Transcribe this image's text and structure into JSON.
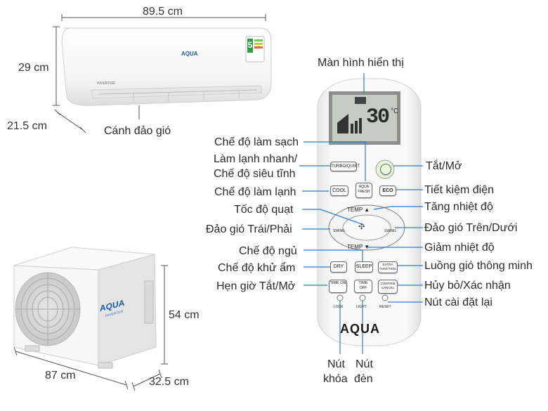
{
  "dimensions": {
    "indoor_width": "89.5 cm",
    "indoor_height": "29 cm",
    "indoor_depth": "21.5 cm",
    "outdoor_height": "54 cm",
    "outdoor_width": "87 cm",
    "outdoor_depth": "32.5 cm"
  },
  "indoor_unit": {
    "brand": "AQUA",
    "inverter_text": "INVERTER",
    "energy_stars": "5",
    "louver_label": "Cánh đảo gió"
  },
  "outdoor_unit": {
    "brand": "AQUA",
    "inverter_text": "INVERTER"
  },
  "remote": {
    "brand": "AQUA",
    "display_temp": "30",
    "display_unit": "°C",
    "buttons": {
      "turbo_quiet": "TURBO/QUIET",
      "aqua_fresh": "AQUA FRESH",
      "cool": "COOL",
      "eco": "ECO",
      "temp_up": "TEMP ▲",
      "temp_down": "TEMP ▼",
      "swing_left": "SWING",
      "swing_right": "SWING",
      "dry": "DRY",
      "sleep": "SLEEP",
      "extra_function": "EXTRA FUNCTION",
      "time_on": "TIME ON",
      "time_off": "TIME OFF",
      "confirm_cancel": "CONFIRM CANCEL",
      "lock": "LOCK",
      "light": "LIGHT",
      "reset": "RESET"
    }
  },
  "labels": {
    "display_screen": "Màn hình hiển thị",
    "cleaning_mode": "Chế độ làm sạch",
    "turbo_cool_line1": "Làm lạnh nhanh/",
    "turbo_cool_line2": "Chế độ siêu tĩnh",
    "cool_mode": "Chế độ làm lạnh",
    "fan_speed": "Tốc độ quạt",
    "swing_lr": "Đảo gió Trái/Phải",
    "sleep_mode": "Chế độ ngủ",
    "dry_mode": "Chế độ khử ẩm",
    "timer": "Hẹn giờ Tắt/Mở",
    "power": "Tắt/Mở",
    "energy_saving": "Tiết kiệm điện",
    "temp_up": "Tăng nhiệt độ",
    "swing_ud": "Đảo gió Trên/Dưới",
    "temp_down": "Giảm nhiệt độ",
    "smart_airflow": "Luồng gió thông minh",
    "cancel_confirm": "Hủy bỏ/Xác nhận",
    "reset_button": "Nút cài đặt lại",
    "lock_button_line1": "Nút",
    "lock_button_line2": "khóa",
    "light_button_line1": "Nút",
    "light_button_line2": "đèn"
  }
}
